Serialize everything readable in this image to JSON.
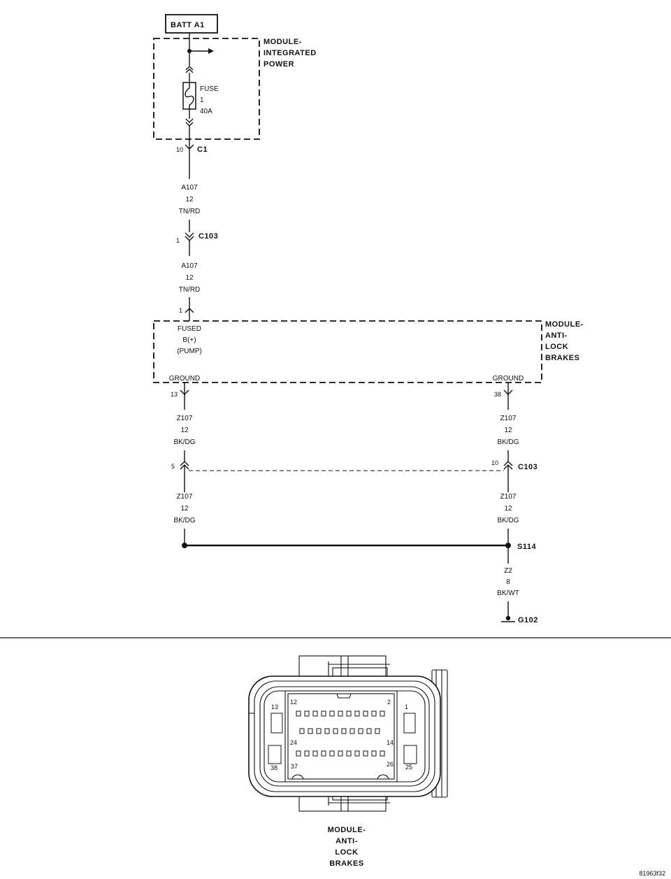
{
  "power_source": {
    "label": "BATT A1"
  },
  "modules": {
    "power": {
      "lines": [
        "MODULE-",
        "INTEGRATED",
        "POWER"
      ]
    },
    "abs": {
      "lines": [
        "MODULE-",
        "ANTI-",
        "LOCK",
        "BRAKES"
      ],
      "pins": {
        "pump": [
          "FUSED",
          "B(+)",
          "(PUMP)"
        ],
        "ground_left": "GROUND",
        "ground_right": "GROUND"
      }
    }
  },
  "fuse": {
    "lines": [
      "FUSE",
      "1",
      "40A"
    ]
  },
  "connectors": {
    "c1": {
      "name": "C1",
      "pin": "10"
    },
    "c103_top": {
      "name": "C103",
      "pin": "1"
    },
    "abs_pump_pin": "1",
    "abs_ground_left_pin": "13",
    "abs_ground_right_pin": "38",
    "c103_left_pin": "5",
    "c103_right": {
      "name": "C103",
      "pin": "10"
    }
  },
  "wires": {
    "a107_upper": [
      "A107",
      "12",
      "TN/RD"
    ],
    "a107_lower": [
      "A107",
      "12",
      "TN/RD"
    ],
    "z107_left_upper": [
      "Z107",
      "12",
      "BK/DG"
    ],
    "z107_right_upper": [
      "Z107",
      "12",
      "BK/DG"
    ],
    "z107_left_lower": [
      "Z107",
      "12",
      "BK/DG"
    ],
    "z107_right_lower": [
      "Z107",
      "12",
      "BK/DG"
    ],
    "z2": [
      "Z2",
      "8",
      "BK/WT"
    ]
  },
  "splice": {
    "name": "S114"
  },
  "ground": {
    "name": "G102"
  },
  "connector_face": {
    "labels": {
      "p13": "13",
      "p12": "12",
      "p2": "2",
      "p1": "1",
      "p24": "24",
      "p14": "14",
      "p38": "38",
      "p37": "37",
      "p26": "26",
      "p25": "25"
    },
    "caption": [
      "MODULE-",
      "ANTI-",
      "LOCK",
      "BRAKES"
    ]
  },
  "figure_id": "81963f32"
}
